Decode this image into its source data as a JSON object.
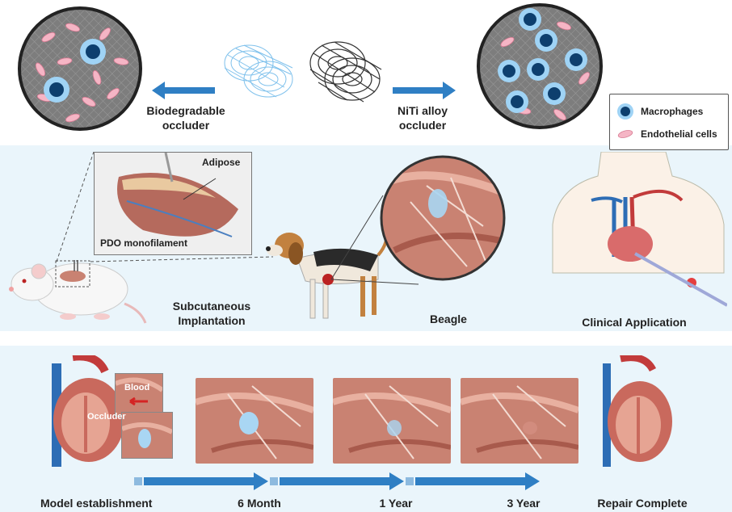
{
  "top": {
    "biodegradable_label": "Biodegradable occluder",
    "niti_label": "NiTi alloy occluder"
  },
  "legend": {
    "macrophages": "Macrophages",
    "endothelial": "Endothelial cells"
  },
  "middle": {
    "adipose_label": "Adipose",
    "pdo_label": "PDO monofilament",
    "subcutaneous_label": "Subcutaneous Implantation",
    "beagle_label": "Beagle",
    "clinical_label": "Clinical Application"
  },
  "bottom": {
    "blood_label": "Blood",
    "occluder_label": "Occluder",
    "timeline": [
      "Model establishment",
      "6 Month",
      "1 Year",
      "3 Year",
      "Repair Complete"
    ]
  },
  "colors": {
    "arrow": "#2f7fc4",
    "band": "#eaf5fb",
    "macrophage": "#1a6fb5",
    "endothelial": "#f2a0b4",
    "tissue": "#c98272"
  }
}
